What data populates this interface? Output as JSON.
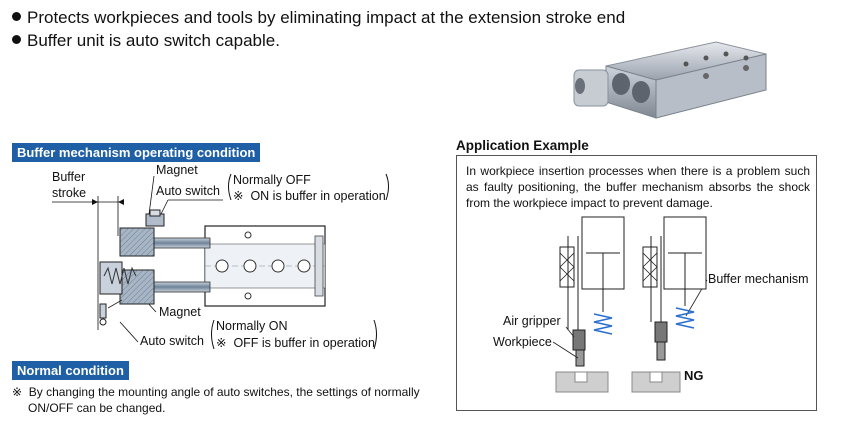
{
  "bullets": [
    "Protects workpieces and tools by eliminating impact at the extension stroke end",
    "Buffer unit is auto switch capable."
  ],
  "buffer_section": {
    "title": "Buffer mechanism operating condition",
    "buffer_stroke_line1": "Buffer",
    "buffer_stroke_line2": "stroke",
    "magnet_top": "Magnet",
    "auto_switch_top": "Auto switch",
    "normally_off": "Normally OFF",
    "on_buffer": "ON is buffer in operation",
    "magnet_bottom": "Magnet",
    "auto_switch_bottom": "Auto switch",
    "normally_on": "Normally ON",
    "off_buffer": "OFF is buffer in operation",
    "asterisk": "※"
  },
  "normal_section": {
    "title": "Normal condition",
    "note_line1": "By changing the mounting angle of auto switches, the settings of normally",
    "note_line2": "ON/OFF can be changed."
  },
  "application": {
    "title": "Application Example",
    "text": "In workpiece insertion processes when there is a problem such as faulty positioning, the buffer mechanism absorbs the shock from the workpiece impact to prevent damage.",
    "buffer_mechanism": "Buffer mechanism",
    "air_gripper": "Air gripper",
    "workpiece": "Workpiece",
    "ng": "NG"
  },
  "colors": {
    "header_bg": "#1f5fa6",
    "spring_blue": "#2a6fd0",
    "cylinder_fill": "#9fb4c8"
  }
}
